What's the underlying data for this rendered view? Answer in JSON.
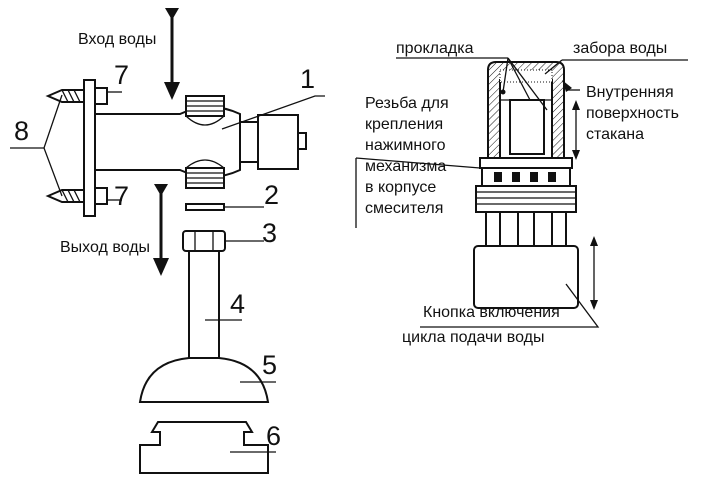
{
  "left_diagram": {
    "water_inlet": "Вход воды",
    "water_outlet": "Выход воды",
    "callouts": [
      "1",
      "2",
      "3",
      "4",
      "5",
      "6",
      "7",
      "7",
      "8"
    ]
  },
  "right_diagram": {
    "gasket": "прокладка",
    "intake": "забора воды",
    "inner_surface": [
      "Внутренняя",
      "поверхность",
      "стакана"
    ],
    "thread": [
      "Резьба для",
      "крепления",
      "нажимного",
      "механизма",
      "в корпусе",
      "смесителя"
    ],
    "button": [
      "Кнопка включения",
      "цикла подачи воды"
    ]
  }
}
